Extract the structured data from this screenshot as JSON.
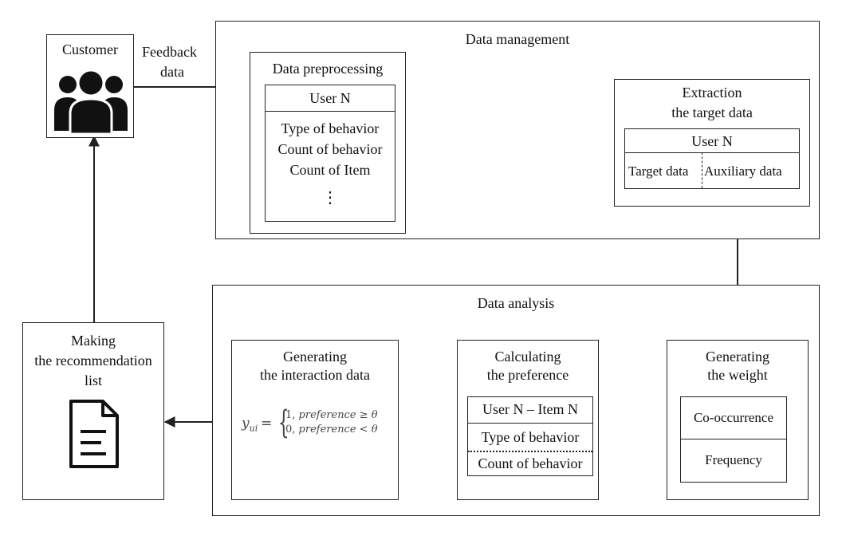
{
  "customer": {
    "label": "Customer"
  },
  "feedback": {
    "line1": "Feedback",
    "line2": "data"
  },
  "data_management": {
    "title": "Data management",
    "preprocessing": {
      "title": "Data preprocessing",
      "header": "User N",
      "items": [
        "Type of behavior",
        "Count of behavior",
        "Count of Item"
      ],
      "ellipsis": "⋮"
    },
    "extraction": {
      "title_line1": "Extraction",
      "title_line2": "the target data",
      "header": "User N",
      "left_cell": "Target data",
      "right_cell": "Auxiliary data"
    }
  },
  "data_analysis": {
    "title": "Data analysis",
    "weight": {
      "title_line1": "Generating",
      "title_line2": "the weight",
      "item1": "Co-occurrence",
      "item2": "Frequency"
    },
    "preference": {
      "title_line1": "Calculating",
      "title_line2": "the preference",
      "header": "User N – Item N",
      "row1": "Type of behavior",
      "row2": "Count of behavior"
    },
    "interaction": {
      "title_line1": "Generating",
      "title_line2": "the interaction data",
      "formula": {
        "lhs": "y",
        "lhs_sub": "ui",
        "equals": " =",
        "case1_value": "1,",
        "case1_cond": "preference ≥ θ",
        "case2_value": "0,",
        "case2_cond": "preference < θ"
      }
    }
  },
  "recommendation": {
    "title_line1": "Making",
    "title_line2": "the recommendation",
    "title_line3": "list"
  },
  "icons": {
    "customer": "people-group-icon",
    "document": "document-icon"
  },
  "colors": {
    "stroke": "#222222",
    "background": "#ffffff"
  }
}
